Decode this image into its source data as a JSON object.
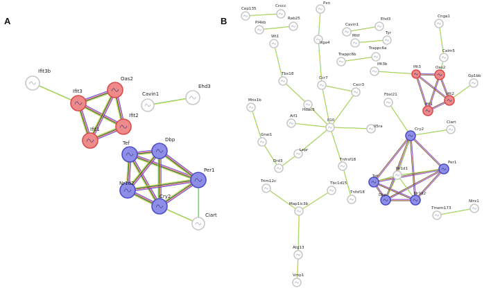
{
  "panels": [
    {
      "letter": "A",
      "nodes": [
        {
          "id": "Ifit3b",
          "label": "Ifit3b",
          "color": "plain"
        },
        {
          "id": "Ifit3",
          "label": "Ifit3",
          "color": "red"
        },
        {
          "id": "Oas2",
          "label": "Oas2",
          "color": "red"
        },
        {
          "id": "Ifit2",
          "label": "Ifit2",
          "color": "red"
        },
        {
          "id": "Ifit1",
          "label": "Ifit1",
          "color": "red"
        },
        {
          "id": "Cavin1",
          "label": "Cavin1",
          "color": "plain"
        },
        {
          "id": "Ehd3",
          "label": "Ehd3",
          "color": "plain"
        },
        {
          "id": "Tef",
          "label": "Tef",
          "color": "blue"
        },
        {
          "id": "Dbp",
          "label": "Dbp",
          "color": "blue"
        },
        {
          "id": "Per1",
          "label": "Per1",
          "color": "blue"
        },
        {
          "id": "Nr1d2",
          "label": "Nr1d2",
          "color": "blue"
        },
        {
          "id": "Cry2",
          "label": "Cry2",
          "color": "blue"
        },
        {
          "id": "Ciart",
          "label": "Ciart",
          "color": "plain"
        }
      ],
      "edges": [
        [
          "Ifit3b",
          "Ifit3"
        ],
        [
          "Ifit3",
          "Oas2"
        ],
        [
          "Ifit3",
          "Ifit2"
        ],
        [
          "Ifit3",
          "Ifit1"
        ],
        [
          "Oas2",
          "Ifit2"
        ],
        [
          "Oas2",
          "Ifit1"
        ],
        [
          "Ifit2",
          "Ifit1"
        ],
        [
          "Cavin1",
          "Ehd3"
        ],
        [
          "Tef",
          "Dbp"
        ],
        [
          "Tef",
          "Per1"
        ],
        [
          "Tef",
          "Nr1d2"
        ],
        [
          "Tef",
          "Cry2"
        ],
        [
          "Dbp",
          "Per1"
        ],
        [
          "Dbp",
          "Nr1d2"
        ],
        [
          "Dbp",
          "Cry2"
        ],
        [
          "Per1",
          "Nr1d2"
        ],
        [
          "Per1",
          "Cry2"
        ],
        [
          "Nr1d2",
          "Cry2"
        ],
        [
          "Cry2",
          "Ciart"
        ],
        [
          "Per1",
          "Ciart"
        ]
      ]
    },
    {
      "letter": "B",
      "nodes": [
        {
          "id": "Pxn",
          "label": "Pxn",
          "color": "plain"
        },
        {
          "id": "Cep135",
          "label": "Cep135",
          "color": "plain"
        },
        {
          "id": "Crocc",
          "label": "Crocc",
          "color": "plain"
        },
        {
          "id": "PI4kb",
          "label": "PI4kb",
          "color": "plain"
        },
        {
          "id": "Rab25",
          "label": "Rab25",
          "color": "plain"
        },
        {
          "id": "Wt1",
          "label": "Wt1",
          "color": "plain"
        },
        {
          "id": "Itga4",
          "label": "Itga4",
          "color": "plain"
        },
        {
          "id": "Cavin1",
          "label": "Cavin1",
          "color": "plain"
        },
        {
          "id": "Ehd3",
          "label": "Ehd3",
          "color": "plain"
        },
        {
          "id": "Mitf",
          "label": "Mitf",
          "color": "plain"
        },
        {
          "id": "Tyr",
          "label": "Tyr",
          "color": "plain"
        },
        {
          "id": "Cnga1",
          "label": "Cnga1",
          "color": "plain"
        },
        {
          "id": "Trappc6b",
          "label": "Trappc6b",
          "color": "plain"
        },
        {
          "id": "Trappc6a",
          "label": "Trappc6a",
          "color": "plain"
        },
        {
          "id": "Calm5",
          "label": "Calm5",
          "color": "plain"
        },
        {
          "id": "Ifit3b",
          "label": "Ifit3b",
          "color": "plain"
        },
        {
          "id": "Ifit3",
          "label": "Ifit3",
          "color": "red"
        },
        {
          "id": "Oas2",
          "label": "Oas2",
          "color": "red"
        },
        {
          "id": "Gp1bb",
          "label": "Gp1bb",
          "color": "plain"
        },
        {
          "id": "Tbx18",
          "label": "Tbx18",
          "color": "plain"
        },
        {
          "id": "Ccr7",
          "label": "Ccr7",
          "color": "plain"
        },
        {
          "id": "Cxcr3",
          "label": "Cxcr3",
          "color": "plain"
        },
        {
          "id": "Ifit2",
          "label": "Ifit2",
          "color": "red"
        },
        {
          "id": "Ifit1",
          "label": "Ifit1",
          "color": "red"
        },
        {
          "id": "Fbxl21",
          "label": "Fbxl21",
          "color": "plain"
        },
        {
          "id": "Hdac5",
          "label": "Hdac5",
          "color": "plain"
        },
        {
          "id": "Mnx1b",
          "label": "Mnx1b",
          "color": "plain"
        },
        {
          "id": "Aif1",
          "label": "Aif1",
          "color": "plain"
        },
        {
          "id": "Il10",
          "label": "Il10",
          "color": "plain"
        },
        {
          "id": "Il5ra",
          "label": "Il5ra",
          "color": "plain"
        },
        {
          "id": "Cry2",
          "label": "Cry2",
          "color": "blue"
        },
        {
          "id": "Ciart",
          "label": "Ciart",
          "color": "plain"
        },
        {
          "id": "Gnai1",
          "label": "Gnai1",
          "color": "plain"
        },
        {
          "id": "Lepr",
          "label": "Lepr",
          "color": "plain"
        },
        {
          "id": "Tnfrsf18",
          "label": "Tnfrsf18",
          "color": "plain"
        },
        {
          "id": "Drd3",
          "label": "Drd3",
          "color": "plain"
        },
        {
          "id": "Nr1d1",
          "label": "Nr1d1",
          "color": "plain"
        },
        {
          "id": "Per1",
          "label": "Per1",
          "color": "blue"
        },
        {
          "id": "Tef",
          "label": "Tef",
          "color": "blue"
        },
        {
          "id": "Trim12c",
          "label": "Trim12c",
          "color": "plain"
        },
        {
          "id": "Tbc1d15",
          "label": "Tbc1d15",
          "color": "plain"
        },
        {
          "id": "Tnfsf18",
          "label": "Tnfsf18",
          "color": "plain"
        },
        {
          "id": "Dbp",
          "label": "Dbp",
          "color": "blue"
        },
        {
          "id": "Nr1d2",
          "label": "Nr1d2",
          "color": "blue"
        },
        {
          "id": "Map1lc3b",
          "label": "Map1lc3b",
          "color": "plain"
        },
        {
          "id": "Tmem173",
          "label": "Tmem173",
          "color": "plain"
        },
        {
          "id": "Nlrx1",
          "label": "Nlrx1",
          "color": "plain"
        },
        {
          "id": "Atg13",
          "label": "Atg13",
          "color": "plain"
        },
        {
          "id": "Vmp1",
          "label": "Vmp1",
          "color": "plain"
        }
      ],
      "edges": [
        [
          "Cep135",
          "Crocc"
        ],
        [
          "PI4kb",
          "Rab25"
        ],
        [
          "Pxn",
          "Itga4"
        ],
        [
          "Cavin1",
          "Ehd3"
        ],
        [
          "Mitf",
          "Tyr"
        ],
        [
          "Trappc6b",
          "Trappc6a"
        ],
        [
          "Cnga1",
          "Calm5"
        ],
        [
          "Calm5",
          "Oas2"
        ],
        [
          "Ifit3b",
          "Ifit3"
        ],
        [
          "Ifit3",
          "Oas2"
        ],
        [
          "Ifit3",
          "Ifit2"
        ],
        [
          "Ifit3",
          "Ifit1"
        ],
        [
          "Oas2",
          "Ifit2"
        ],
        [
          "Oas2",
          "Ifit1"
        ],
        [
          "Ifit2",
          "Ifit1"
        ],
        [
          "Ifit2",
          "Gp1bb"
        ],
        [
          "Wt1",
          "Tbx18"
        ],
        [
          "Tbx18",
          "Hdac5"
        ],
        [
          "Itga4",
          "Ccr7"
        ],
        [
          "Ccr7",
          "Il10"
        ],
        [
          "Ccr7",
          "Cxcr3"
        ],
        [
          "Cxcr3",
          "Il10"
        ],
        [
          "Hdac5",
          "Il10"
        ],
        [
          "Aif1",
          "Il10"
        ],
        [
          "Il10",
          "Il5ra"
        ],
        [
          "Il10",
          "Lepr"
        ],
        [
          "Il10",
          "Tnfrsf18"
        ],
        [
          "Mnx1b",
          "Gnai1"
        ],
        [
          "Gnai1",
          "Drd3"
        ],
        [
          "Lepr",
          "Drd3"
        ],
        [
          "Tnfrsf18",
          "Tnfsf18"
        ],
        [
          "Trim12c",
          "Map1lc3b"
        ],
        [
          "Tbc1d15",
          "Map1lc3b"
        ],
        [
          "Map1lc3b",
          "Atg13"
        ],
        [
          "Atg13",
          "Vmp1"
        ],
        [
          "Fbxl21",
          "Cry2"
        ],
        [
          "Cry2",
          "Ciart"
        ],
        [
          "Cry2",
          "Per1"
        ],
        [
          "Cry2",
          "Tef"
        ],
        [
          "Cry2",
          "Dbp"
        ],
        [
          "Cry2",
          "Nr1d2"
        ],
        [
          "Cry2",
          "Nr1d1"
        ],
        [
          "Per1",
          "Tef"
        ],
        [
          "Per1",
          "Dbp"
        ],
        [
          "Per1",
          "Nr1d2"
        ],
        [
          "Per1",
          "Nr1d1"
        ],
        [
          "Tef",
          "Dbp"
        ],
        [
          "Tef",
          "Nr1d2"
        ],
        [
          "Tef",
          "Nr1d1"
        ],
        [
          "Dbp",
          "Nr1d2"
        ],
        [
          "Dbp",
          "Nr1d1"
        ],
        [
          "Nr1d1",
          "Nr1d2"
        ],
        [
          "Tmem173",
          "Nlrx1"
        ]
      ]
    }
  ],
  "colors": {
    "red_fill": "#ef8a8a",
    "red_ring": "#d94a4a",
    "blue_fill": "#8e8ee8",
    "blue_ring": "#4c4cc8",
    "plain_fill": "#ffffff",
    "plain_ring": "#c8c8c8",
    "edge_palette": [
      "#3a3ad0",
      "#d04ad0",
      "#e0a030",
      "#222222",
      "#55b855",
      "#d8d830"
    ]
  }
}
